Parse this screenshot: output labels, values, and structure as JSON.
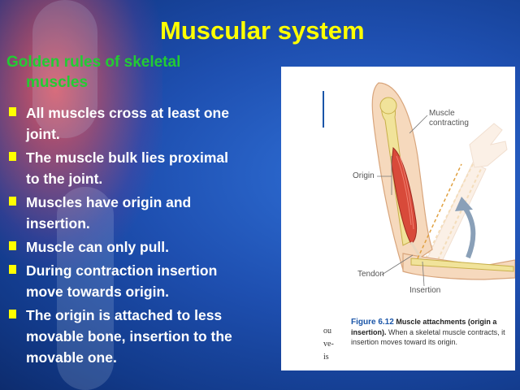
{
  "slide": {
    "title": "Muscular system",
    "subtitle_line1": "Golden rules of skeletal",
    "subtitle_line2": "muscles",
    "bullets": [
      {
        "line1": "All muscles cross at least one",
        "line2": "joint."
      },
      {
        "line1": "The muscle bulk lies proximal",
        "line2": "to the joint."
      },
      {
        "line1": "Muscles have origin and",
        "line2": "insertion."
      },
      {
        "line1": "Muscle can only pull.",
        "line2": ""
      },
      {
        "line1": "During contraction insertion",
        "line2": "move towards origin."
      },
      {
        "line1": "The origin is attached to less",
        "line2": "movable bone, insertion to the",
        "line3": "movable one."
      }
    ]
  },
  "figure": {
    "label_muscle_1": "Muscle",
    "label_muscle_2": "contracting",
    "label_origin": "Origin",
    "label_tendon": "Tendon",
    "label_insertion": "Insertion",
    "caption_number": "Figure 6.12",
    "caption_bold": "Muscle attachments (origin a",
    "caption_bold2": "insertion).",
    "caption_rest1": " When a skeletal muscle contracts, it",
    "caption_rest2": "insertion moves toward its origin.",
    "edge_1": "ou",
    "edge_2": "ve-",
    "edge_3": "is"
  },
  "colors": {
    "title": "#ffff00",
    "subtitle": "#22cc33",
    "bullet_text": "#ffffff",
    "bullet_marker": "#ffff00",
    "background": "#1e4fb0",
    "caption_number": "#1a55a8"
  },
  "icons": [
    "square-bullet-icon",
    "curved-arrow-icon"
  ]
}
